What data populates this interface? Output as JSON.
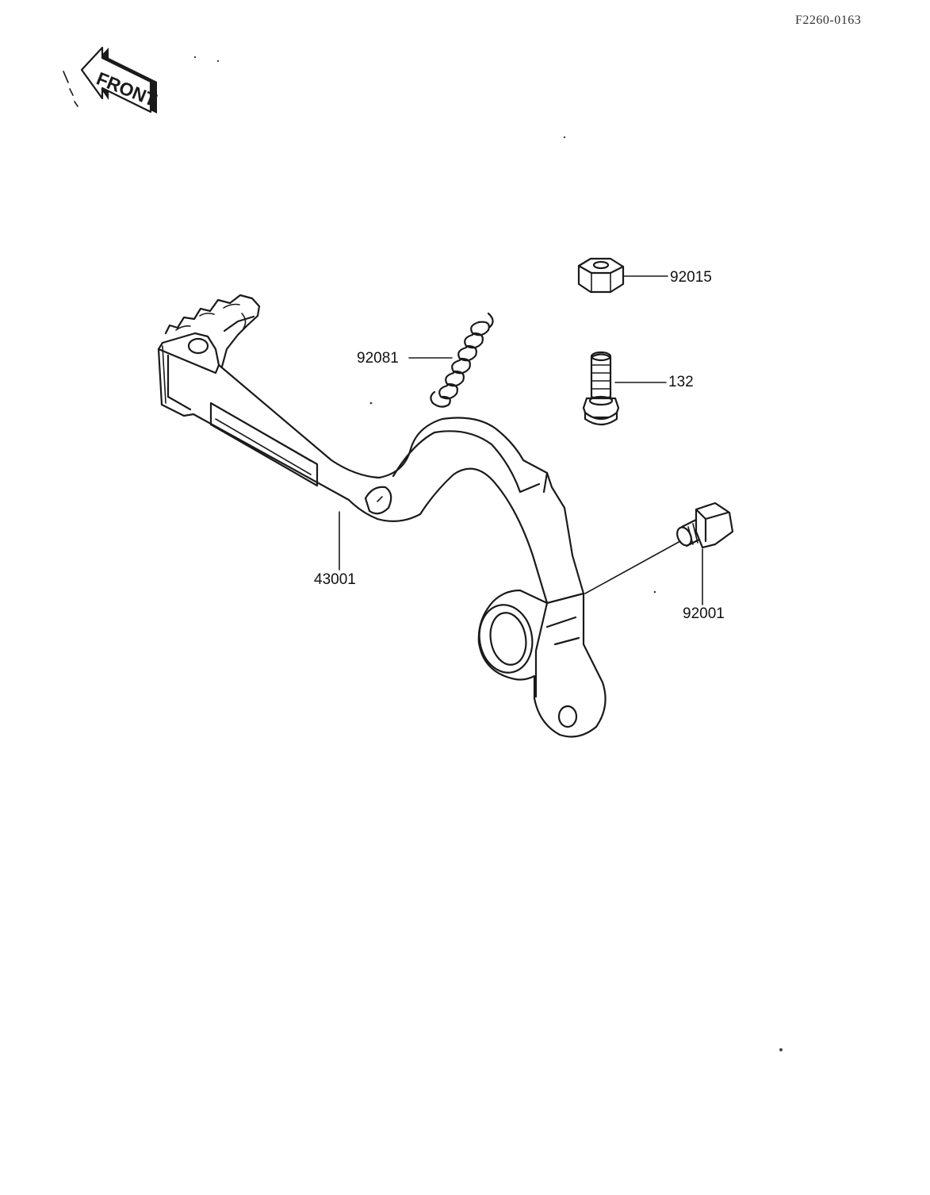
{
  "diagram": {
    "reference_code": "F2260-0163",
    "front_label": "FRONT",
    "parts": [
      {
        "id": "nut",
        "number": "92015",
        "icon": "nut-icon"
      },
      {
        "id": "spring",
        "number": "92081",
        "icon": "spring-icon"
      },
      {
        "id": "bolt-long",
        "number": "132",
        "icon": "bolt-icon"
      },
      {
        "id": "brake-pedal",
        "number": "43001",
        "icon": "brake-pedal-icon"
      },
      {
        "id": "bolt-short",
        "number": "92001",
        "icon": "bolt-icon"
      }
    ]
  }
}
